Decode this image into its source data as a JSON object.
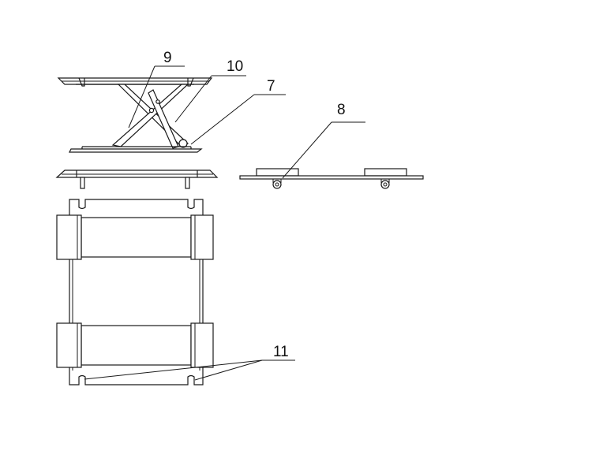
{
  "labels": {
    "l9": "9",
    "l10": "10",
    "l7": "7",
    "l8": "8",
    "l11": "11"
  },
  "colors": {
    "line": "#1a1a1a",
    "background": "#ffffff"
  }
}
